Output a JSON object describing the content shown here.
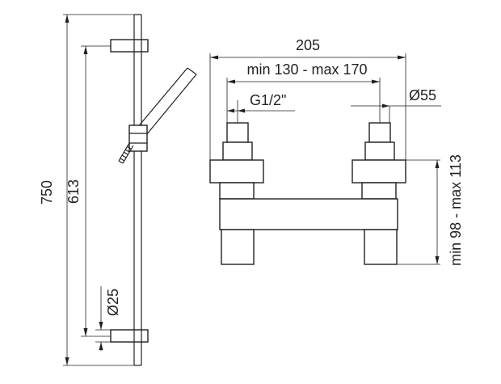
{
  "dimensions": {
    "overall_height": "750",
    "bar_height": "613",
    "bar_diameter": "25",
    "overall_width": "205",
    "center_distance": "min 130 - max 170",
    "thread": "G1/2\"",
    "cap_diameter": "55",
    "height_range": "min 98 - max 113"
  },
  "symbols": {
    "diameter": "Ø"
  },
  "colors": {
    "line": "#231f20",
    "background": "#ffffff"
  }
}
